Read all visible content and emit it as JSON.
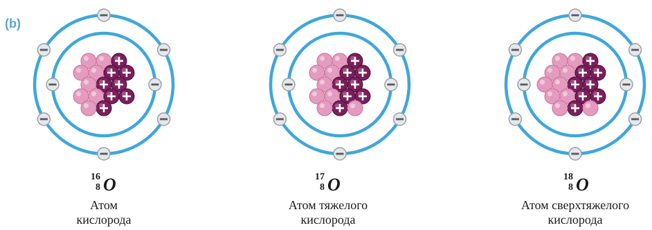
{
  "panel_label": "(b)",
  "atoms": [
    {
      "mass_number": "16",
      "atomic_number": "8",
      "symbol": "O",
      "name_line1": "Атом",
      "name_line2": "кислорода",
      "protons": 8,
      "neutrons": 8,
      "electrons": 8
    },
    {
      "mass_number": "17",
      "atomic_number": "8",
      "symbol": "O",
      "name_line1": "Атом тяжелого",
      "name_line2": "кислорода",
      "protons": 8,
      "neutrons": 9,
      "electrons": 8
    },
    {
      "mass_number": "18",
      "atomic_number": "8",
      "symbol": "O",
      "name_line1": "Атом сверхтяжелого",
      "name_line2": "кислорода",
      "protons": 8,
      "neutrons": 10,
      "electrons": 8
    }
  ],
  "colors": {
    "orbit": "#3fa7dc",
    "proton": "#7b1f5c",
    "neutron": "#e59bc0",
    "electron": "#9aa0a6"
  }
}
